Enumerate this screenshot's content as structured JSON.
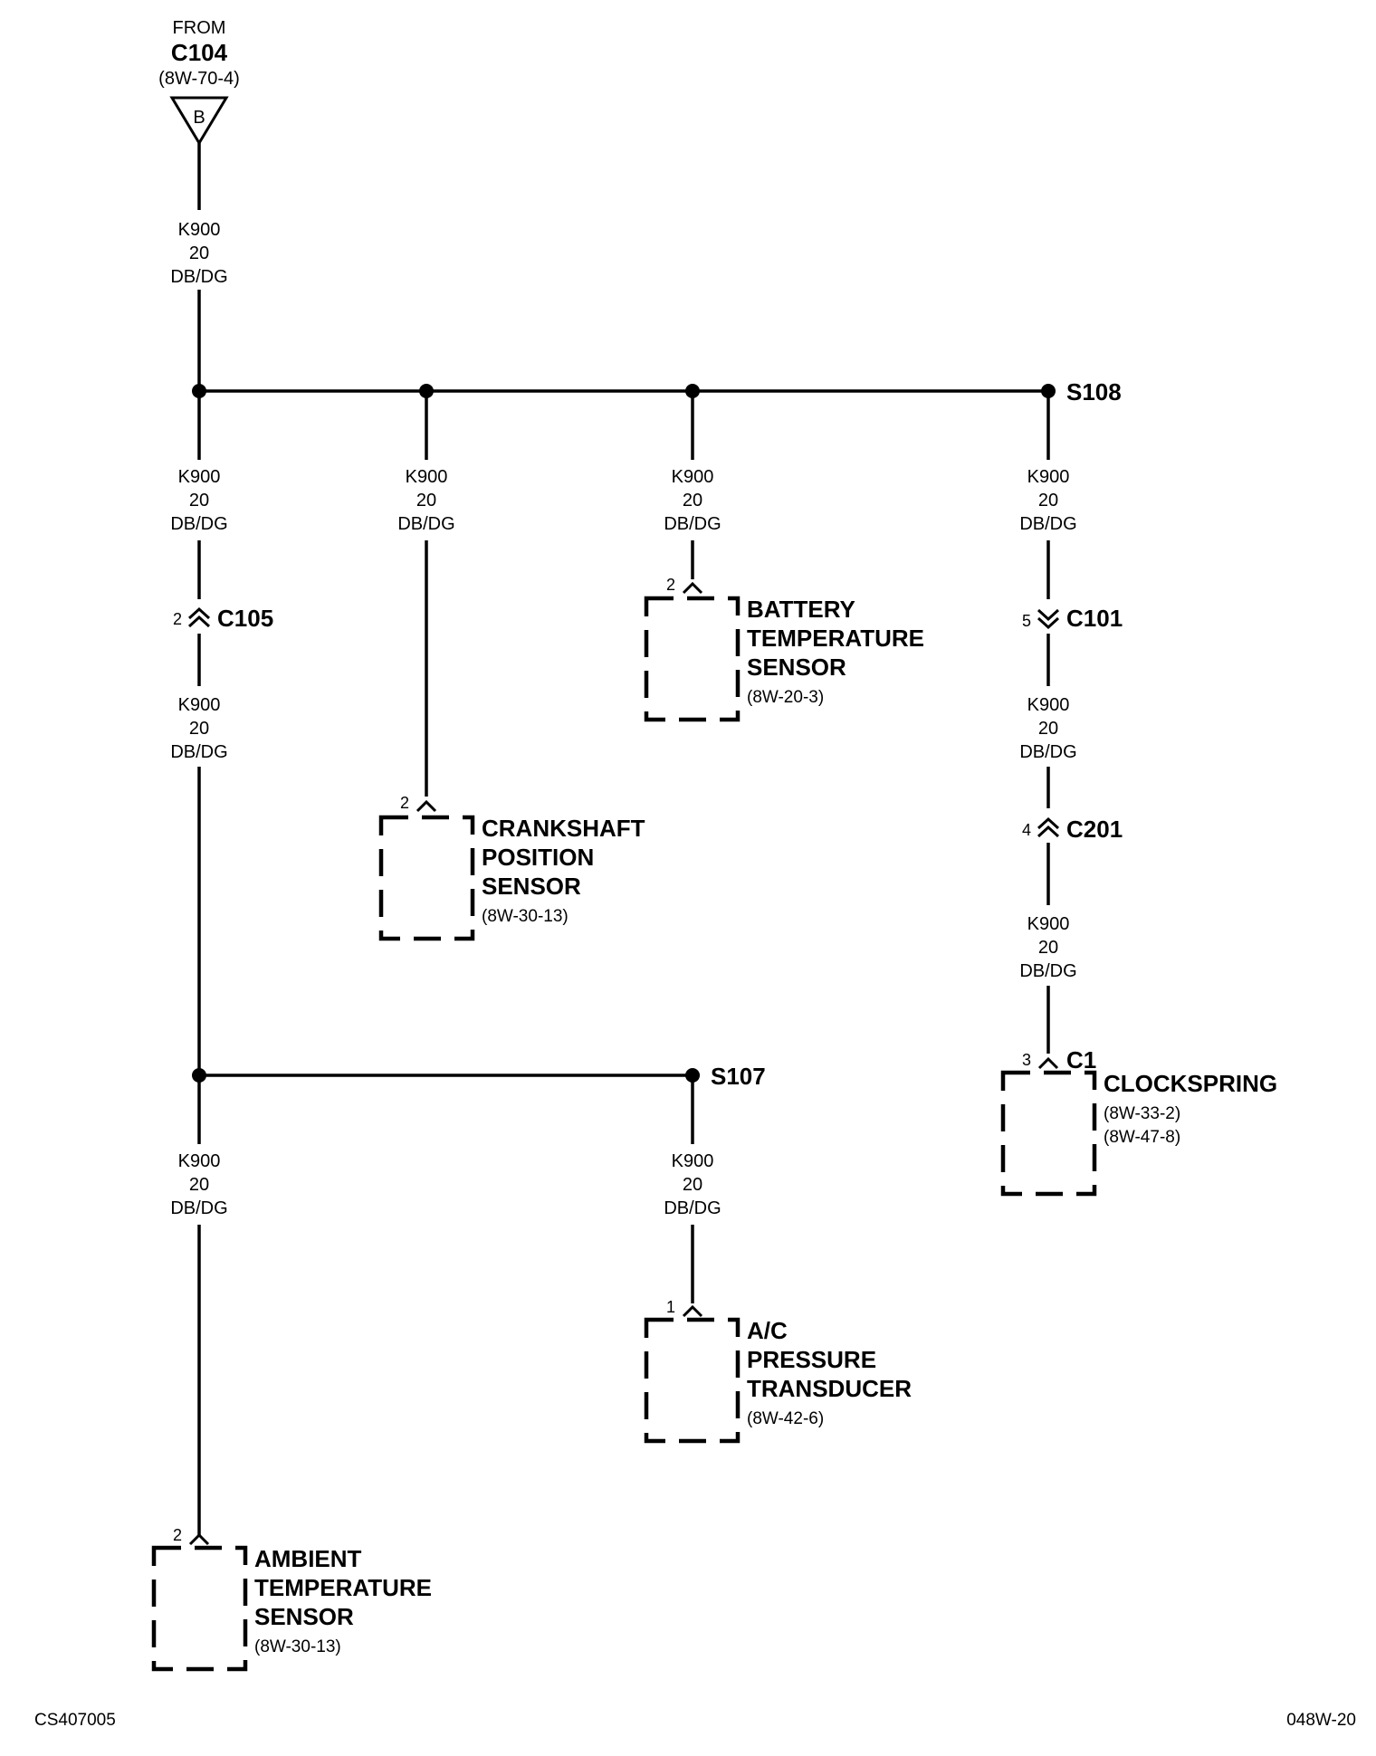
{
  "source": {
    "from_label": "FROM",
    "connector": "C104",
    "ref": "(8W-70-4)",
    "marker": "B"
  },
  "wire": {
    "circuit": "K900",
    "gauge": "20",
    "color": "DB/DG"
  },
  "splices": {
    "s108": "S108",
    "s107": "S107"
  },
  "connectors": {
    "c105": {
      "name": "C105",
      "pin": "2"
    },
    "c101": {
      "name": "C101",
      "pin": "5"
    },
    "c201": {
      "name": "C201",
      "pin": "4"
    },
    "c1": {
      "name": "C1",
      "pin": "3"
    }
  },
  "components": {
    "battery_temp": {
      "lines": [
        "BATTERY",
        "TEMPERATURE",
        "SENSOR"
      ],
      "ref": "(8W-20-3)",
      "pin": "2"
    },
    "crankshaft": {
      "lines": [
        "CRANKSHAFT",
        "POSITION",
        "SENSOR"
      ],
      "ref": "(8W-30-13)",
      "pin": "2"
    },
    "clockspring": {
      "lines": [
        "CLOCKSPRING"
      ],
      "refs": [
        "(8W-33-2)",
        "(8W-47-8)"
      ],
      "pin": "3"
    },
    "ac_pressure": {
      "lines": [
        "A/C",
        "PRESSURE",
        "TRANSDUCER"
      ],
      "ref": "(8W-42-6)",
      "pin": "1"
    },
    "ambient_temp": {
      "lines": [
        "AMBIENT",
        "TEMPERATURE",
        "SENSOR"
      ],
      "ref": "(8W-30-13)",
      "pin": "2"
    }
  },
  "footer": {
    "left": "CS407005",
    "right": "048W-20"
  }
}
